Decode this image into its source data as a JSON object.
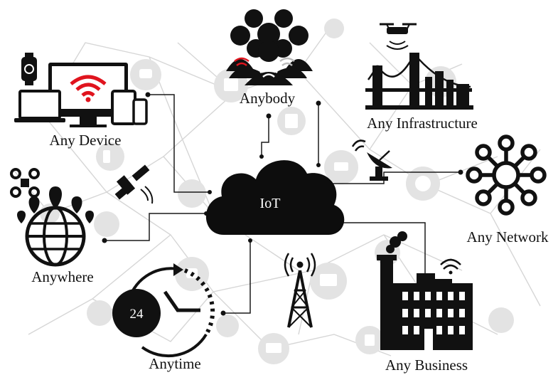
{
  "center": {
    "label": "IoT"
  },
  "nodes": {
    "any_device": {
      "label": "Any Device",
      "icon": "devices-icon"
    },
    "anybody": {
      "label": "Anybody",
      "icon": "people-icon"
    },
    "any_infrastructure": {
      "label": "Any Infrastructure",
      "icon": "bridge-drone-icon"
    },
    "any_network": {
      "label": "Any Network",
      "icon": "network-hub-icon"
    },
    "any_business": {
      "label": "Any Business",
      "icon": "factory-icon"
    },
    "anytime": {
      "label": "Anytime",
      "icon": "clock-icon",
      "clock_number": "24"
    },
    "anywhere": {
      "label": "Anywhere",
      "icon": "globe-pins-icon"
    }
  },
  "colors": {
    "accent_red": "#e0141e",
    "ink": "#111111",
    "background_net": "#d6d6d6"
  }
}
